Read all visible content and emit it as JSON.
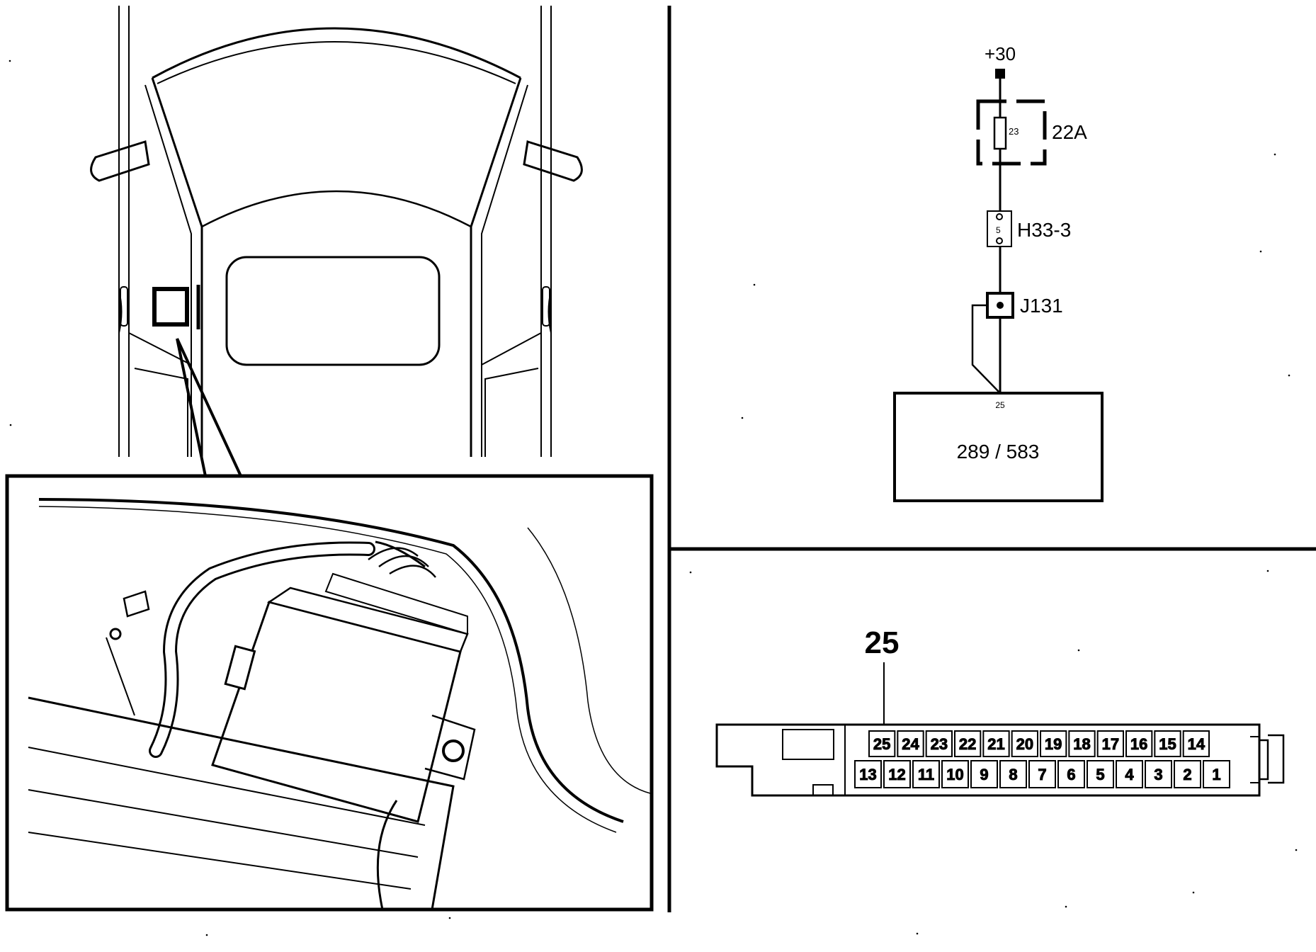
{
  "schematic": {
    "supply_label": "+30",
    "fuse_number": "23",
    "fuse_label": "22A",
    "connector_pin": "5",
    "connector_label": "H33-3",
    "ground_label": "J131",
    "module_pin": "25",
    "module_label": "289 / 583"
  },
  "connector_view": {
    "callout_pin": "25",
    "top_row_pins": [
      "25",
      "24",
      "23",
      "22",
      "21",
      "20",
      "19",
      "18",
      "17",
      "16",
      "15",
      "14"
    ],
    "bottom_row_pins": [
      "13",
      "12",
      "11",
      "10",
      "9",
      "8",
      "7",
      "6",
      "5",
      "4",
      "3",
      "2",
      "1"
    ]
  },
  "colors": {
    "ink": "#000000",
    "paper": "#ffffff"
  }
}
